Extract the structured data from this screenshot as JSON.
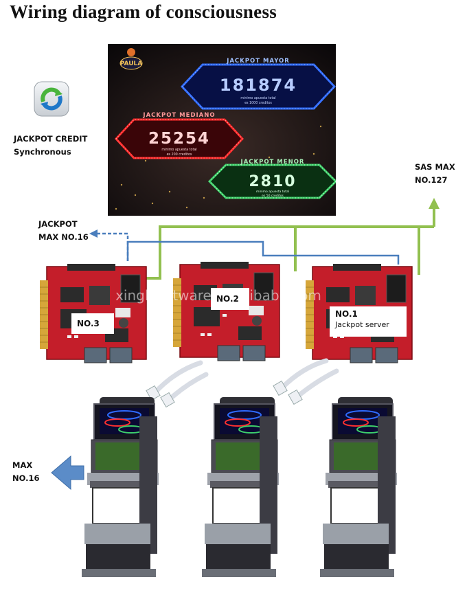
{
  "title": "Wiring diagram of consciousness",
  "sync": {
    "line1": "JACKPOT CREDIT",
    "line2": "Synchronous",
    "icon": "sync-arrows-icon"
  },
  "jackpot_max": {
    "line1": "JACKPOT",
    "line2": "MAX NO.16"
  },
  "sas_max": {
    "line1": "SAS MAX",
    "line2": "NO.127"
  },
  "max_left": {
    "line1": "MAX",
    "line2": "NO.16"
  },
  "boards": {
    "no3": {
      "label": "NO.3"
    },
    "no2": {
      "label": "NO.2"
    },
    "no1": {
      "label": "NO.1",
      "sublabel": "Jackpot server"
    }
  },
  "watermark": "xinglisoftware.en.alibaba.com",
  "jackpot_panel": {
    "logo": "PAULA",
    "mayor": {
      "title": "JACKPOT MAYOR",
      "value": "181874",
      "line1": "minimo apuesta total",
      "line2": "es 1000 creditos"
    },
    "mediano": {
      "title": "JACKPOT MEDIANO",
      "value": "25254",
      "line1": "minimo apuesta total",
      "line2": "es 200 creditos"
    },
    "menor": {
      "title": "JACKPOT MENOR",
      "value": "2810",
      "line1": "minimo apuesta total",
      "line2": "es 50 creditos"
    }
  },
  "colors": {
    "green_wire": "#92c050",
    "blue_wire": "#4a7ebd",
    "board_red": "#c41e2a",
    "arrow_blue": "#4a7ebd"
  }
}
